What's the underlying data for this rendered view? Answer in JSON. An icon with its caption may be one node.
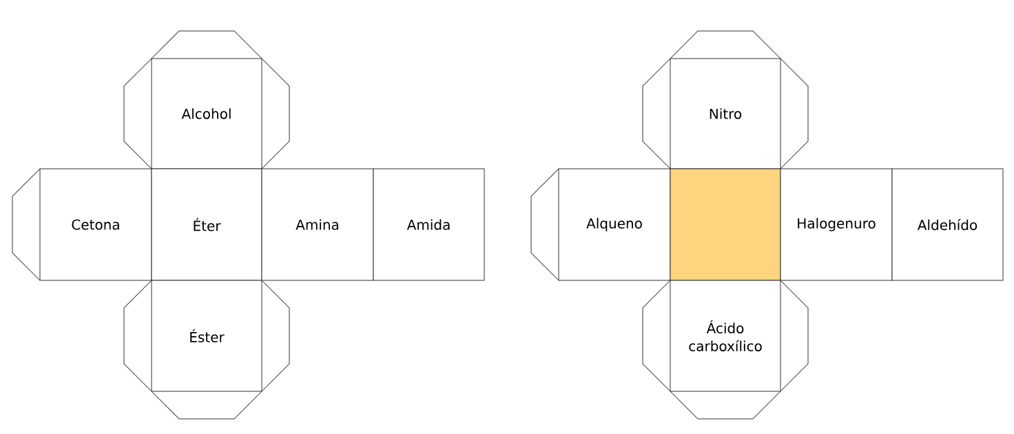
{
  "diagram": {
    "nodes": [
      {
        "text": [
          "Alcohol"
        ]
      },
      {
        "text": [
          "Cetona"
        ]
      },
      {
        "text": [
          "Éter"
        ]
      },
      {
        "text": [
          "Amina"
        ]
      },
      {
        "text": [
          "Amida"
        ]
      },
      {
        "text": [
          "Éster"
        ]
      },
      {
        "text": [
          "Nitro"
        ]
      },
      {
        "text": [
          "Alqueno"
        ]
      },
      {
        "text": [],
        "shape": "box"
      },
      {
        "text": [
          "Halogenuro"
        ]
      },
      {
        "text": [
          "Aldehído"
        ]
      },
      {
        "text": [
          "Ácido carboxílico"
        ]
      }
    ]
  }
}
